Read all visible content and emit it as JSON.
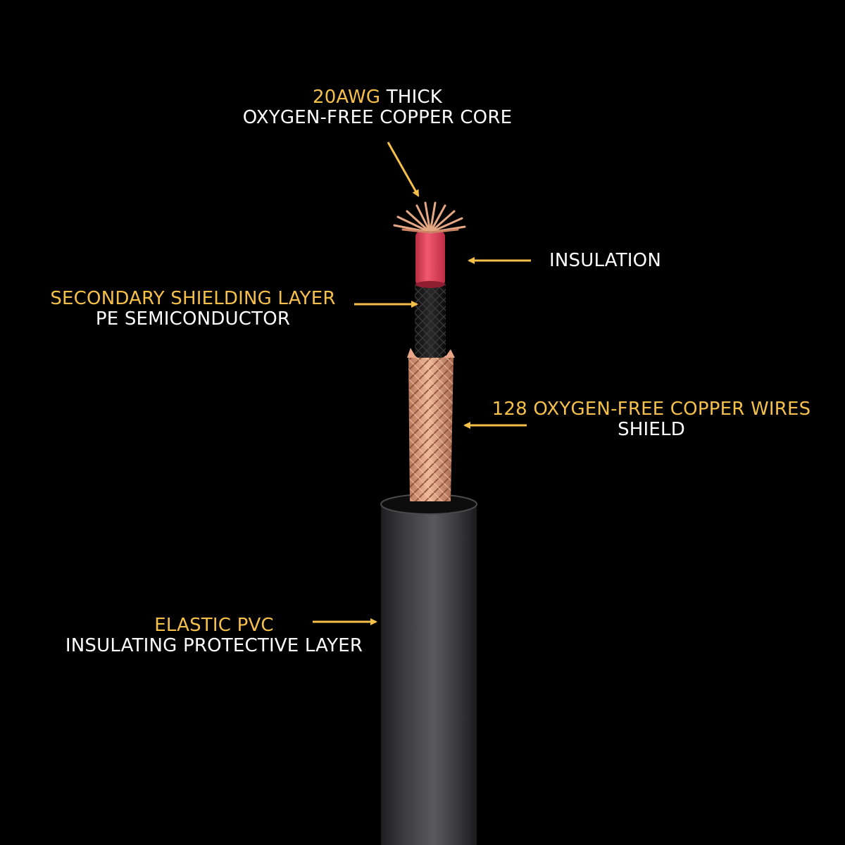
{
  "colors": {
    "background": "#000000",
    "accent": "#f5c04a",
    "text": "#ffffff",
    "arrow": "#f5c04a",
    "jacket": "#3a3a3c",
    "core_insulation": "#e8415a",
    "semiconductor": "#151515",
    "copper": "#d99a78"
  },
  "callouts": {
    "core": {
      "accent": "20AWG",
      "rest": " THICK",
      "line2": "OXYGEN-FREE COPPER CORE"
    },
    "insulation": {
      "line1": "INSULATION"
    },
    "secondary": {
      "line1": "SECONDARY SHIELDING LAYER",
      "line2": "PE SEMICONDUCTOR"
    },
    "shield": {
      "line1": "128 OXYGEN-FREE COPPER WIRES",
      "line2": "SHIELD"
    },
    "pvc": {
      "line1": "ELASTIC PVC",
      "line2": "INSULATING PROTECTIVE LAYER"
    }
  }
}
